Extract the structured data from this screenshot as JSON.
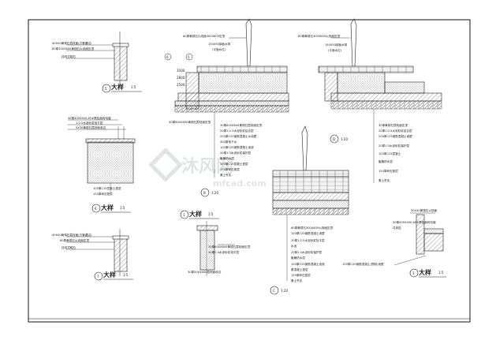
{
  "sheet": {
    "watermark": "沐风网",
    "watermark_sub": "mfcad.com"
  },
  "detail5": {
    "title": "大样",
    "scale": "1:5",
    "number": "5",
    "notes": [
      "40X40黄锈石荔枝面(方管镶边)",
      "60厚300X600黄锈石火烧面压顶",
      "挂线式砌石"
    ]
  },
  "detail6": {
    "title": "大样",
    "scale": "1:5",
    "number": "6",
    "notes": [
      "30厚400X400,65#黑色面砖勾缝",
      "1:2.5水泥砂浆找平层",
      "5X30黄锈石荔枝面收边",
      "100厚C15混凝土垫层",
      "150厚碎石垫层"
    ]
  },
  "detail7": {
    "title": "大样",
    "scale": "1:5",
    "number": "7",
    "notes": [
      "40X40黄锈石荔枝面(方管镶边)",
      "60厚黄锈石火烧面压顶",
      "挂线式砌石"
    ]
  },
  "detailB": {
    "label": "B",
    "scale": "1:20",
    "top_notes": [
      "60厚黄锈石火烧面300X600压顶",
      "150X50钢板水带",
      "(平面水位)"
    ],
    "side_notes": [
      "3500.",
      "2800.",
      "2500."
    ],
    "marks": [
      "6",
      "5"
    ],
    "notes": [
      "30厚600X600黄锈石荔枝面压顶",
      "20厚1:2.5水泥砂浆结合层",
      "200厚C25钢筋混凝土水池壁",
      "400厚地下水",
      "100厚C25钢筋混凝土池底",
      "20厚1:3水泥砂浆保护层",
      "聚脲防水层",
      "150厚C15混凝土垫层",
      "150厚碎石垫层",
      "素土夯实"
    ]
  },
  "detailC": {
    "label": "C",
    "scale": "1:20",
    "notes": [
      "60厚黄锈石300X600火烧面压顶",
      "100厚C25钢筋混凝土池壁",
      "20厚1:2.5水泥砂浆找平层",
      "水池",
      "20厚1:3水泥砂浆保护层",
      "聚脲防水层",
      "100厚C25钢筋混凝土池底",
      "素混凝土垫层",
      "150厚碎石垫层",
      "素土夯实"
    ]
  },
  "detailD": {
    "label": "D",
    "scale": "1:20",
    "top_notes": [
      "60厚黄锈石300X600火烧面压顶",
      "150X50钢板水带",
      "(平面水位)"
    ],
    "notes": [
      "30厚黄锈石荔枝面压顶",
      "20厚1:2.5水泥砂浆结合层",
      "200厚C25钢筋混凝土池壁",
      "20厚1:3水泥砂浆保护层",
      "100厚C25混凝土",
      "聚脲防水层",
      "150厚碎石垫层",
      "素土夯实"
    ]
  },
  "detail1": {
    "title": "大样",
    "scale": "1:5",
    "number": "1",
    "notes": [
      "20厚600X600黄锈石荔枝面压顶",
      "50厚1:3水泥砂浆找平层",
      "30厚300X600荔枝面收边"
    ]
  },
  "detail3": {
    "title": "大样",
    "scale": "1:5",
    "number": "3",
    "notes": [
      "30X40黄锈石火烧面",
      "30厚400X400,65#黑色面砖勾缝",
      "花岗岩"
    ],
    "bottom_note": "150厚C20钢筋混凝土(预制)池壁"
  }
}
